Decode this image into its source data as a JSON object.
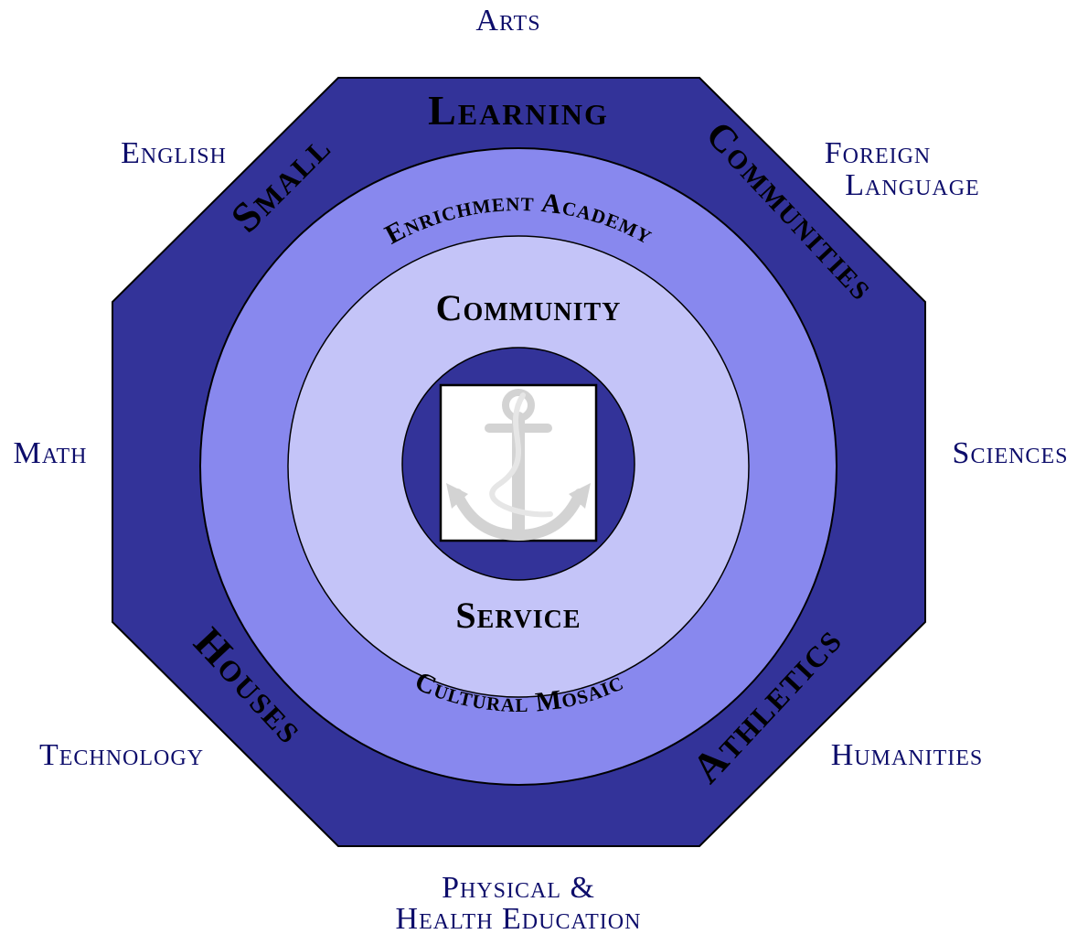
{
  "colors": {
    "octagon": "#333399",
    "ring_middle": "#8888ee",
    "ring_inner": "#c4c4f8",
    "core": "#333399",
    "outer_text": "#0d0d6b",
    "anchor": "#d3d3d3"
  },
  "outer": {
    "arts": "Arts",
    "english": "English",
    "foreign_language_1": "Foreign",
    "foreign_language_2": "Language",
    "math": "Math",
    "sciences": "Sciences",
    "technology": "Technology",
    "humanities": "Humanities",
    "phys_health_1": "Physical &",
    "phys_health_2": "Health Education"
  },
  "octagon_ring": {
    "learning": "Learning",
    "small": "Small",
    "communities": "Communities",
    "houses": "Houses",
    "athletics": "Athletics"
  },
  "middle_ring": {
    "enrichment_academy": "Enrichment Academy",
    "cultural_mosaic": "Cultural Mosaic"
  },
  "inner_ring": {
    "community": "Community",
    "service": "Service"
  },
  "center": {
    "icon": "anchor-icon"
  }
}
